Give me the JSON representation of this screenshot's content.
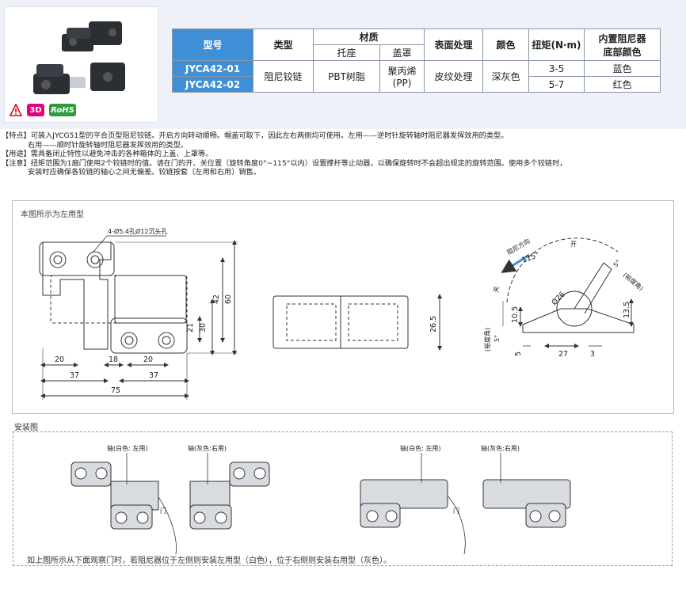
{
  "table": {
    "header": {
      "model": "型号",
      "type": "类型",
      "material": "材质",
      "material_base": "托座",
      "material_cover": "盖罩",
      "surface": "表面处理",
      "color": "颜色",
      "torque": "扭矩(N·m)",
      "damper_color_l1": "内置阻尼器",
      "damper_color_l2": "底部颜色"
    },
    "rows": [
      {
        "model": "JYCA42-01",
        "torque": "3-5",
        "damper_color": "蓝色"
      },
      {
        "model": "JYCA42-02",
        "torque": "5-7",
        "damper_color": "红色"
      }
    ],
    "shared": {
      "type": "阻尼铰链",
      "base": "PBT树脂",
      "cover_l1": "聚丙烯",
      "cover_l2": "(PP)",
      "surface": "皮纹处理",
      "color": "深灰色"
    }
  },
  "badges": {
    "warn": "!",
    "three_d": "3D",
    "rohs": "RoHS"
  },
  "notes": {
    "feature": "【特点】可装入JYCG51型的平合页型阻尼铰链。开启方向转动顺畅。帽盖可取下，因此左右两侧均可使用。左用——逆时针旋转轴时阻尼器发挥效用的类型。",
    "feature_2": "右用——顺时针旋转轴时阻尼器发挥效用的类型。",
    "usage": "【用途】需具备闭止特性以避免冲击的各种箱体的上盖、上罩等。",
    "caution": "【注意】扭矩范围为1扇门使用2个铰链时的值。请在门的开、关位置（旋转角度0°~115°以内）设置撑杆等止动器，以确保旋转时不会超出规定的旋转范围。使用多个铰链时，",
    "caution_2": "安装时应确保各铰链的轴心之间无偏差。铰链按套（左用和右用）销售。"
  },
  "drawing": {
    "title": "本图所示为左用型",
    "hole_note": "4-Ø5.4孔Ø12沉头孔",
    "dims_front": {
      "d20a": "20",
      "d18": "18",
      "d20b": "20",
      "d37a": "37",
      "d37b": "37",
      "d75": "75",
      "d21": "21",
      "d30": "30",
      "d42": "42",
      "d60": "60"
    },
    "dims_side": {
      "d26_5": "26.5"
    },
    "dims_rot": {
      "dir": "阻尼方向",
      "open": "开",
      "close": "关",
      "a115": "115°",
      "a5a": "5°",
      "a5a_note": "(裕度角)",
      "a5b": "5°",
      "a5b_note": "(裕度角)",
      "d26": "Ø26",
      "d10_5": "10.5",
      "d13_5": "13.5",
      "d5": "5",
      "d27": "27",
      "d3": "3"
    }
  },
  "install": {
    "title": "安装图",
    "shaft_white": "轴(白色: 左用)",
    "shaft_gray": "轴(灰色:右用)",
    "shaft_white_2": "轴(白色: 左用)",
    "shaft_gray_2": "轴(灰色:右用)",
    "door": "门",
    "door_2": "门",
    "caption": "如上图所示从下面观察门时，若阻尼器位于左侧则安装左用型（白色），位于右侧则安装右用型（灰色）。"
  }
}
